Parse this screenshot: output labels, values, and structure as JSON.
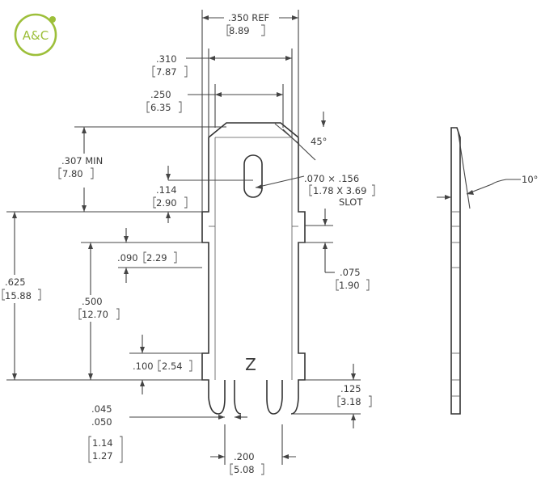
{
  "logo": {
    "text": "A&C",
    "color": "#9dbf3a"
  },
  "part_marking": "Z",
  "dimensions": {
    "width_ref_in": ".350 REF",
    "width_ref_mm": "8.89",
    "tab_width_in": ".310",
    "tab_width_mm": "7.87",
    "shoulder_width_in": ".250",
    "shoulder_width_mm": "6.35",
    "min_len_in": ".307 MIN",
    "min_len_mm": "7.80",
    "angle": "45°",
    "slot_in": ".070 × .156",
    "slot_mm": "1.78 X 3.69",
    "slot_label": "SLOT",
    "slot_pos_in": ".114",
    "slot_pos_mm": "2.90",
    "notch_in": ".090",
    "notch_mm": "2.29",
    "notch_depth_in": ".075",
    "notch_depth_mm": "1.90",
    "overall_in": ".625",
    "overall_mm": "15.88",
    "body_in": ".500",
    "body_mm": "12.70",
    "lower_in": ".100",
    "lower_mm": "2.54",
    "fork_len_in": ".125",
    "fork_len_mm": "3.18",
    "gap_in_1": ".045",
    "gap_in_2": ".050",
    "gap_mm_1": "1.14",
    "gap_mm_2": "1.27",
    "pitch_in": ".200",
    "pitch_mm": "5.08",
    "side_angle": "10°"
  }
}
